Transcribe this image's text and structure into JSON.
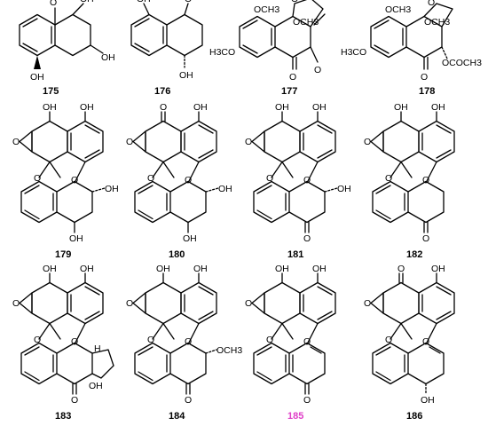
{
  "figure": {
    "background": "#ffffff",
    "compounds": [
      {
        "id": "175",
        "label": "175",
        "label_color": "#000000",
        "atoms": [
          "O",
          "OH",
          "OH",
          "OH"
        ]
      },
      {
        "id": "176",
        "label": "176",
        "label_color": "#000000",
        "atoms": [
          "OH",
          "O",
          "OH"
        ]
      },
      {
        "id": "177",
        "label": "177",
        "label_color": "#000000",
        "atoms": [
          "OCH3",
          "O",
          "OCH3",
          "H3CO",
          "O",
          "O"
        ]
      },
      {
        "id": "178",
        "label": "178",
        "label_color": "#000000",
        "atoms": [
          "OCH3",
          "O",
          "OCH3",
          "H3CO",
          "O",
          "OCOCH3"
        ]
      },
      {
        "id": "179",
        "label": "179",
        "label_color": "#000000",
        "atoms": [
          "OH",
          "OH",
          "O",
          "O",
          "O",
          "OH",
          "OH"
        ]
      },
      {
        "id": "180",
        "label": "180",
        "label_color": "#000000",
        "atoms": [
          "O",
          "OH",
          "O",
          "O",
          "O",
          "OH",
          "OH"
        ]
      },
      {
        "id": "181",
        "label": "181",
        "label_color": "#000000",
        "atoms": [
          "OH",
          "OH",
          "O",
          "O",
          "O",
          "OH",
          "O"
        ]
      },
      {
        "id": "182",
        "label": "182",
        "label_color": "#000000",
        "atoms": [
          "OH",
          "OH",
          "O",
          "O",
          "O",
          "O"
        ]
      },
      {
        "id": "183",
        "label": "183",
        "label_color": "#000000",
        "atoms": [
          "OH",
          "OH",
          "O",
          "O",
          "O",
          "H",
          "O",
          "OH"
        ]
      },
      {
        "id": "184",
        "label": "184",
        "label_color": "#000000",
        "atoms": [
          "OH",
          "OH",
          "O",
          "O",
          "O",
          "OCH3",
          "O"
        ]
      },
      {
        "id": "185",
        "label": "185",
        "label_color": "#e040c8",
        "atoms": [
          "OH",
          "OH",
          "O",
          "O",
          "O",
          "O"
        ]
      },
      {
        "id": "186",
        "label": "186",
        "label_color": "#000000",
        "atoms": [
          "O",
          "OH",
          "O",
          "O",
          "O",
          "OH"
        ]
      }
    ]
  }
}
